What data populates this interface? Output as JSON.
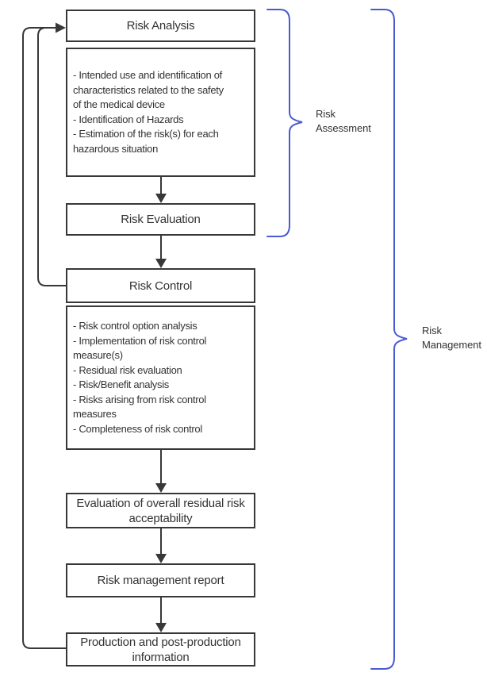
{
  "nodes": {
    "risk_analysis": {
      "title": "Risk Analysis"
    },
    "risk_analysis_details": {
      "lines": [
        "- Intended use and identification of",
        "characteristics related to the safety",
        "of the medical device",
        "- Identification of Hazards",
        "- Estimation of the risk(s) for each",
        "hazardous situation"
      ]
    },
    "risk_evaluation": {
      "title": "Risk Evaluation"
    },
    "risk_control": {
      "title": "Risk Control"
    },
    "risk_control_details": {
      "lines": [
        "- Risk control option analysis",
        "- Implementation of risk control",
        "measure(s)",
        "- Residual risk evaluation",
        "- Risk/Benefit analysis",
        "- Risks arising from risk control",
        "measures",
        "- Completeness of risk control"
      ]
    },
    "overall_residual_risk": {
      "line1": "Evaluation of overall residual risk",
      "line2": "acceptability"
    },
    "risk_management_report": {
      "title": "Risk management report"
    },
    "production_information": {
      "line1": "Production and post-production",
      "line2": "information"
    }
  },
  "braces": {
    "risk_assessment": {
      "line1": "Risk",
      "line2": "Assessment"
    },
    "risk_management": {
      "line1": "Risk",
      "line2": "Management"
    }
  },
  "colors": {
    "line": "#383838",
    "text": "#333333",
    "brace": "#4a5ad2",
    "background": "#ffffff"
  }
}
